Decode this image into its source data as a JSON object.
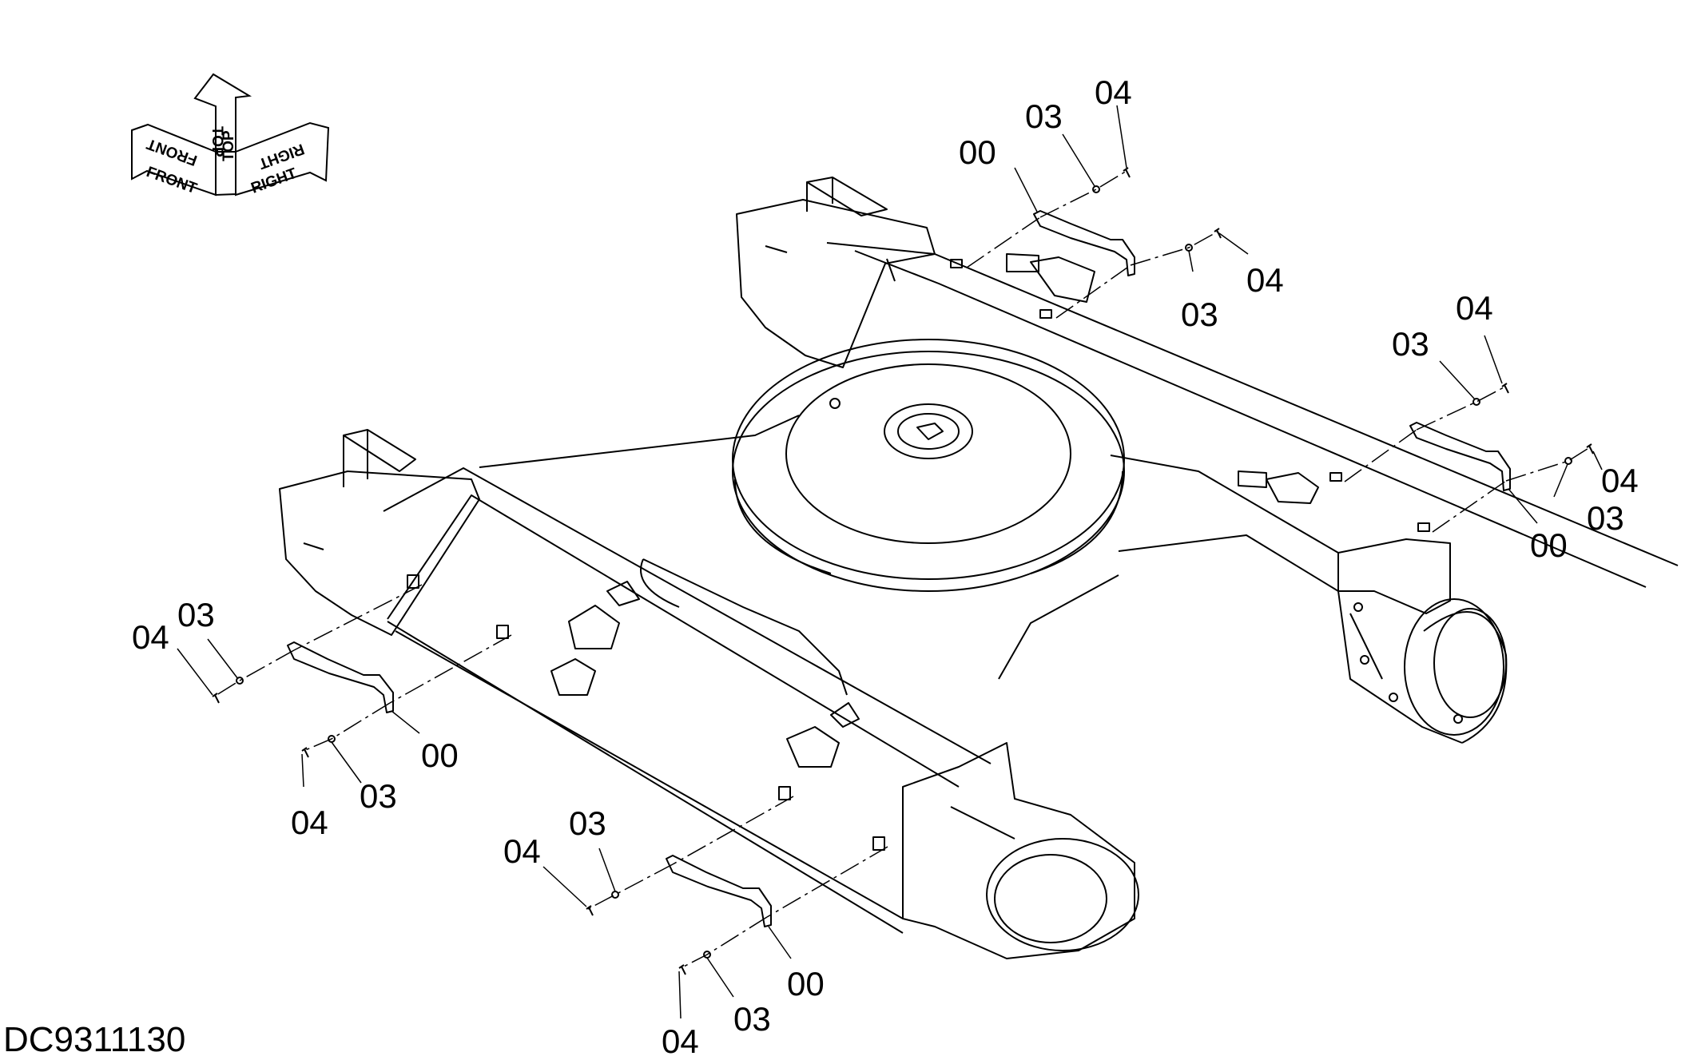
{
  "drawing_code": "DC9311130",
  "orientation": {
    "front": "FRONT",
    "top": "TOP",
    "right": "RIGHT"
  },
  "callouts": {
    "rf": {
      "c04a": "04",
      "c03a": "03",
      "c00": "00",
      "c04b": "04",
      "c03b": "03"
    },
    "rr": {
      "c04a": "04",
      "c03a": "03",
      "c04b": "04",
      "c00": "00",
      "c03b": "03"
    },
    "lf": {
      "c04a": "04",
      "c03a": "03",
      "c00": "00",
      "c04b": "04",
      "c03b": "03"
    },
    "lr": {
      "c04a": "04",
      "c03a": "03",
      "c00": "00",
      "c03b": "03",
      "c04b": "04"
    }
  },
  "colors": {
    "line": "#000000",
    "background": "#ffffff"
  }
}
